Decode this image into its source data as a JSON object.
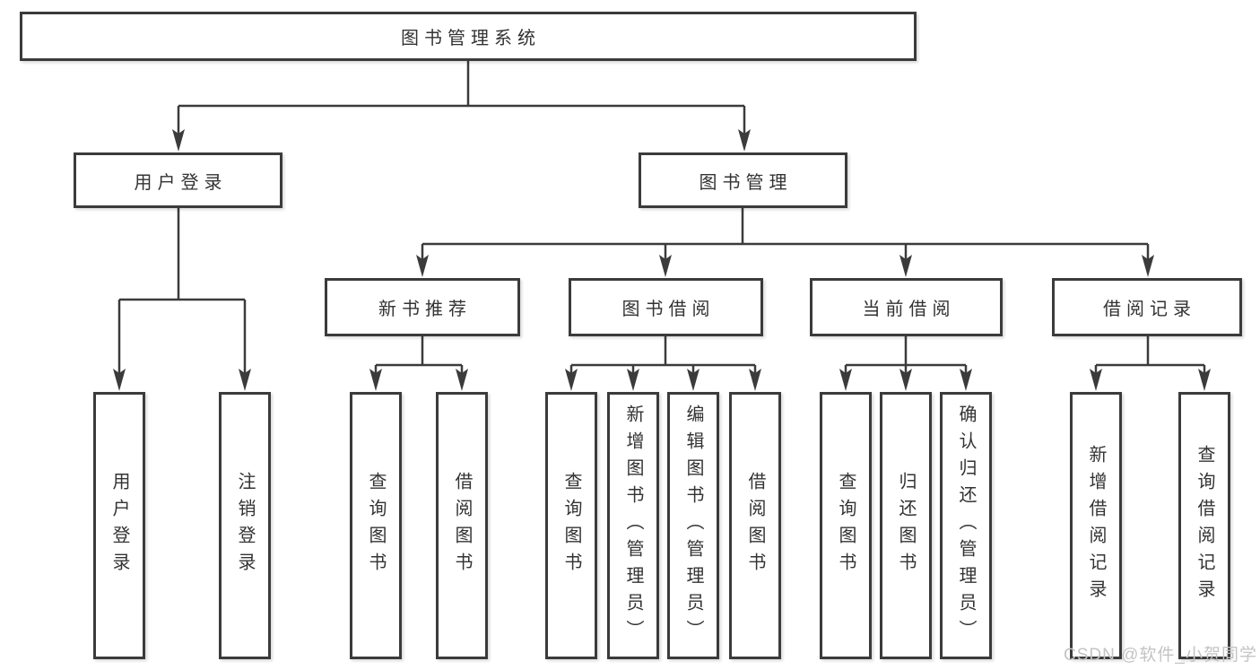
{
  "nodes": {
    "root": {
      "label": "图书管理系统"
    },
    "level2": [
      {
        "label": "用户登录",
        "parent": "图书管理系统"
      },
      {
        "label": "图书管理",
        "parent": "图书管理系统"
      }
    ],
    "level3": [
      {
        "label": "新书推荐",
        "parent": "图书管理"
      },
      {
        "label": "图书借阅",
        "parent": "图书管理"
      },
      {
        "label": "当前借阅",
        "parent": "图书管理"
      },
      {
        "label": "借阅记录",
        "parent": "图书管理"
      }
    ],
    "leaves": [
      {
        "label": "用户登录",
        "parent": "用户登录"
      },
      {
        "label": "注销登录",
        "parent": "用户登录"
      },
      {
        "label": "查询图书",
        "parent": "新书推荐"
      },
      {
        "label": "借阅图书",
        "parent": "新书推荐"
      },
      {
        "label": "查询图书",
        "parent": "图书借阅"
      },
      {
        "label": "新增图书（管理员）",
        "parent": "图书借阅"
      },
      {
        "label": "编辑图书（管理员）",
        "parent": "图书借阅"
      },
      {
        "label": "借阅图书",
        "parent": "图书借阅"
      },
      {
        "label": "查询图书",
        "parent": "当前借阅"
      },
      {
        "label": "归还图书",
        "parent": "当前借阅"
      },
      {
        "label": "确认归还（管理员）",
        "parent": "当前借阅"
      },
      {
        "label": "新增借阅记录",
        "parent": "借阅记录"
      },
      {
        "label": "查询借阅记录",
        "parent": "借阅记录"
      }
    ]
  },
  "watermark": {
    "text": "CSDN @软件_小贺同学"
  },
  "colors": {
    "line": "#3b3b3b",
    "border": "#3b3b3b",
    "text": "#333333",
    "box_fill": "#ffffff",
    "background": "#ffffff",
    "watermark": "#c4c4c4"
  }
}
